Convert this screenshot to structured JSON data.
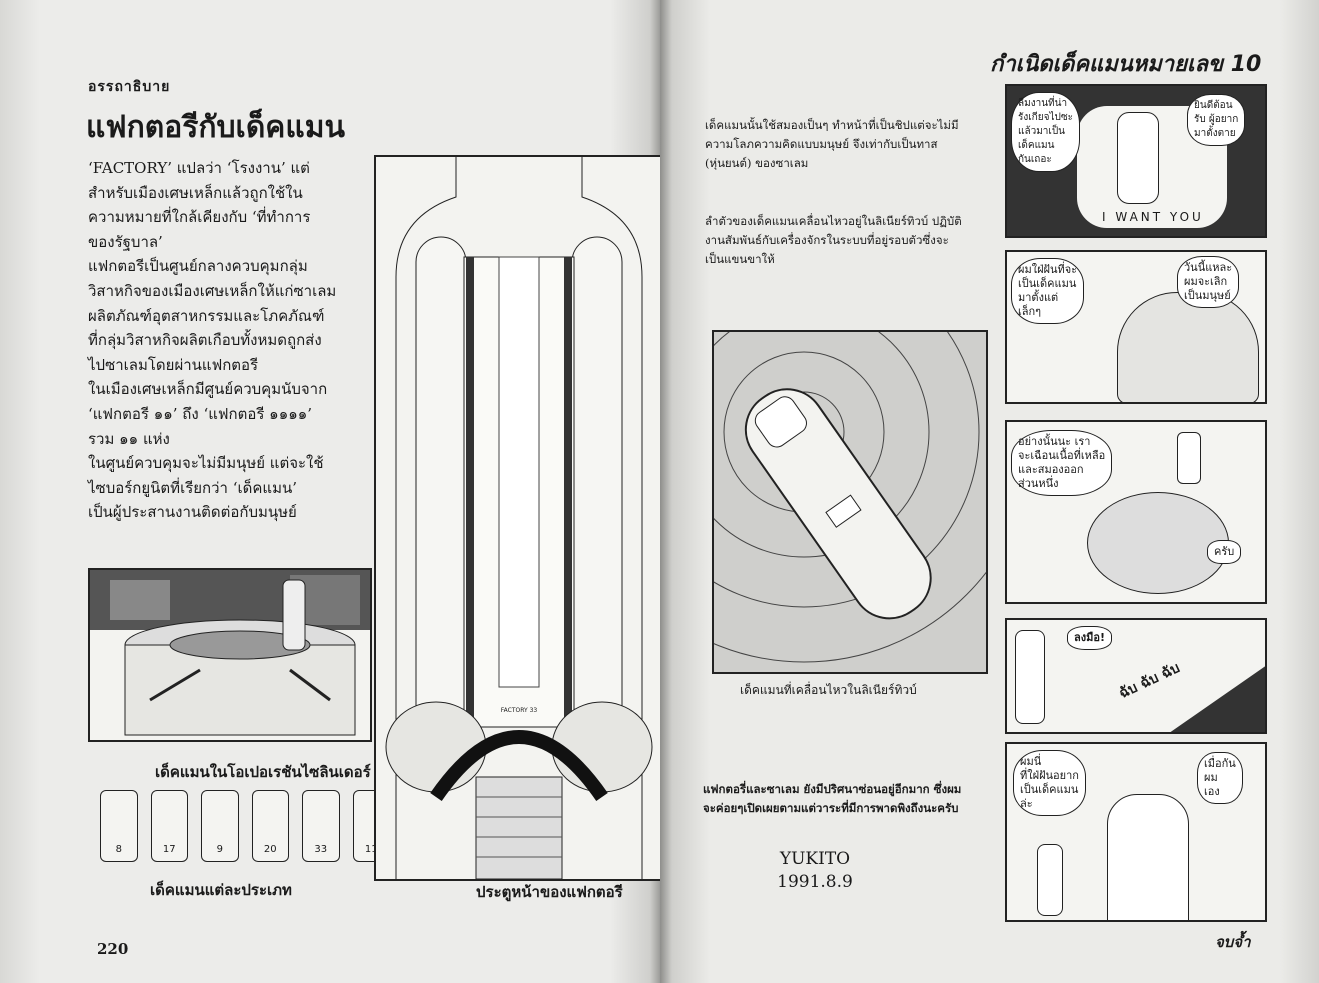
{
  "left_page": {
    "kicker": "อรรถาธิบาย",
    "title": "แฟกตอรีกับเด็คแมน",
    "body_lines": [
      "‘FACTORY’ แปลว่า ‘โรงงาน’  แต่",
      "สำหรับเมืองเศษเหล็กแล้วถูกใช้ใน",
      "ความหมายที่ใกล้เคียงกับ ‘ที่ทำการ",
      "ของรัฐบาล’",
      "แฟกตอรีเป็นศูนย์กลางควบคุมกลุ่ม",
      "วิสาหกิจของเมืองเศษเหล็กให้แก่ซาเลม",
      "ผลิตภัณฑ์อุตสาหกรรมและโภคภัณฑ์",
      "ที่กลุ่มวิสาหกิจผลิตเกือบทั้งหมดถูกส่ง",
      "ไปซาเลมโดยผ่านแฟกตอรี",
      "ในเมืองเศษเหล็กมีศูนย์ควบคุมนับจาก",
      "‘แฟกตอรี ๑๑’ ถึง ‘แฟกตอรี ๑๑๑๑’",
      "รวม ๑๑ แห่ง",
      "ในศูนย์ควบคุมจะไม่มีมนุษย์ แต่จะใช้",
      "ไซบอร์กยูนิตที่เรียกว่า ‘เด็คแมน’",
      "เป็นผู้ประสานงานติดต่อกับมนุษย์"
    ],
    "caption_cylinder": "เด็คแมนในโอเปอเรชันไซลินเดอร์",
    "deckman_numbers": [
      "8",
      "17",
      "9",
      "20",
      "33",
      "11"
    ],
    "caption_types": "เด็คแมนแต่ละประเภท",
    "factory_sign": "FACTORY 33",
    "caption_gate": "ประตูหน้าของแฟกตอรี",
    "page_number": "220"
  },
  "right_page": {
    "para1": [
      "เด็คแมนนั้นใช้สมองเป็นๆ ทำหน้าที่เป็นชิปแต่จะไม่มี",
      "ความโลภความคิดแบบมนุษย์  จึงเท่ากับเป็นทาส",
      "(หุ่นยนต์) ของซาเลม"
    ],
    "para2": [
      "ลำตัวของเด็คแมนเคลื่อนไหวอยู่ในลิเนียร์ทิวบ์  ปฏิบัติ",
      "งานสัมพันธ์กับเครื่องจักรในระบบที่อยู่รอบตัวซึ่งจะ",
      "เป็นแขนขาให้"
    ],
    "caption_tube": "เด็คแมนที่เคลื่อนไหวในลิเนียร์ทิวบ์",
    "para3": [
      "แฟกตอรี่และซาเลม  ยังมีปริศนาซ่อนอยู่อีกมาก  ซึ่งผม",
      "จะค่อยๆเปิดเผยตามแต่วาระที่มีการพาดพิงถึงนะครับ"
    ],
    "author": "YUKITO",
    "date": "1991.8.9",
    "comic": {
      "title": "กำเนิดเด็คแมนหมายเลข 10",
      "panels": [
        {
          "bubbles": [
            "ลืมงานที่น่า\nรังเกียจไปซะ\nแล้วมาเป็น\nเด็คแมน\nกันเถอะ",
            "ยินดีต้อน\nรับ ผู้อยาก\nมาตั้งตาย"
          ],
          "sign": "I WANT YOU"
        },
        {
          "bubbles": [
            "ผมใฝ่ฝันที่จะ\nเป็นเด็คแมน\nมาตั้งแต่\nเล็กๆ",
            "วันนี้แหละ\nผมจะเลิก\nเป็นมนุษย์"
          ]
        },
        {
          "bubbles": [
            "อย่างนั้นนะ เรา\nจะเฉือนเนื้อที่เหลือ\nและสมองออก\nส่วนหนึ่ง",
            "ครับ"
          ]
        },
        {
          "bubbles": [
            "ลงมือ!"
          ],
          "sfx": "ฉับ ฉับ ฉับ"
        },
        {
          "bubbles": [
            "ผมนี่\nที่ใฝ่ฝันอยาก\nเป็นเด็คแมน\nล่ะ",
            "เมื่อกัน\nผม\nเอง"
          ]
        }
      ],
      "ending": "จบจ้ำ"
    }
  },
  "colors": {
    "paper": "#ececea",
    "ink": "#1a1a1a"
  }
}
